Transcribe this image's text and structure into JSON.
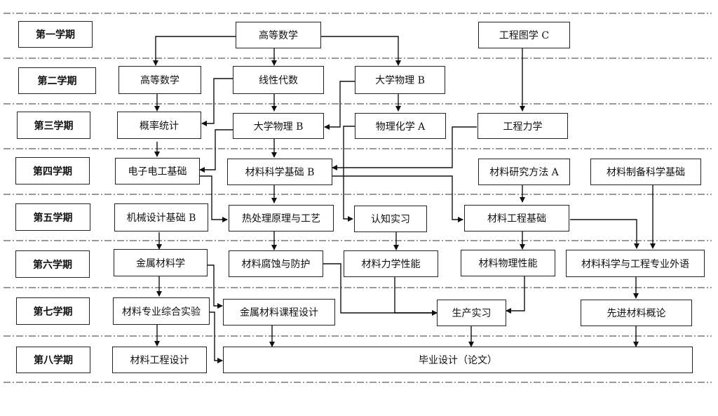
{
  "semesters": [
    "第一学期",
    "第二学期",
    "第三学期",
    "第四学期",
    "第五学期",
    "第六学期",
    "第七学期",
    "第八学期"
  ],
  "courses": {
    "c_gdsx1": "高等数学",
    "c_gctx": "工程图学 C",
    "c_gdsx2": "高等数学",
    "c_xxds": "线性代数",
    "c_dxwl1": "大学物理 B",
    "c_gltj": "概率统计",
    "c_dxwl2": "大学物理 B",
    "c_wlhx": "物理化学 A",
    "c_gclx": "工程力学",
    "c_dzdg": "电子电工基础",
    "c_clkx": "材料科学基础 B",
    "c_clyj": "材料研究方法 A",
    "c_clzb": "材料制备科学基础",
    "c_jxsj": "机械设计基础 B",
    "c_rcl": "热处理原理与工艺",
    "c_rzsx": "认知实习",
    "c_clgc": "材料工程基础",
    "c_jscl": "金属材料学",
    "c_clfs": "材料腐蚀与防护",
    "c_cllx": "材料力学性能",
    "c_clwl": "材料物理性能",
    "c_clwy": "材料科学与工程专业外语",
    "c_clzh": "材料专业综合实验",
    "c_jskc": "金属材料课程设计",
    "c_scsx": "生产实习",
    "c_xjcl": "先进材料概论",
    "c_clgcsj": "材料工程设计",
    "c_bysj": "毕业设计（论文）"
  }
}
